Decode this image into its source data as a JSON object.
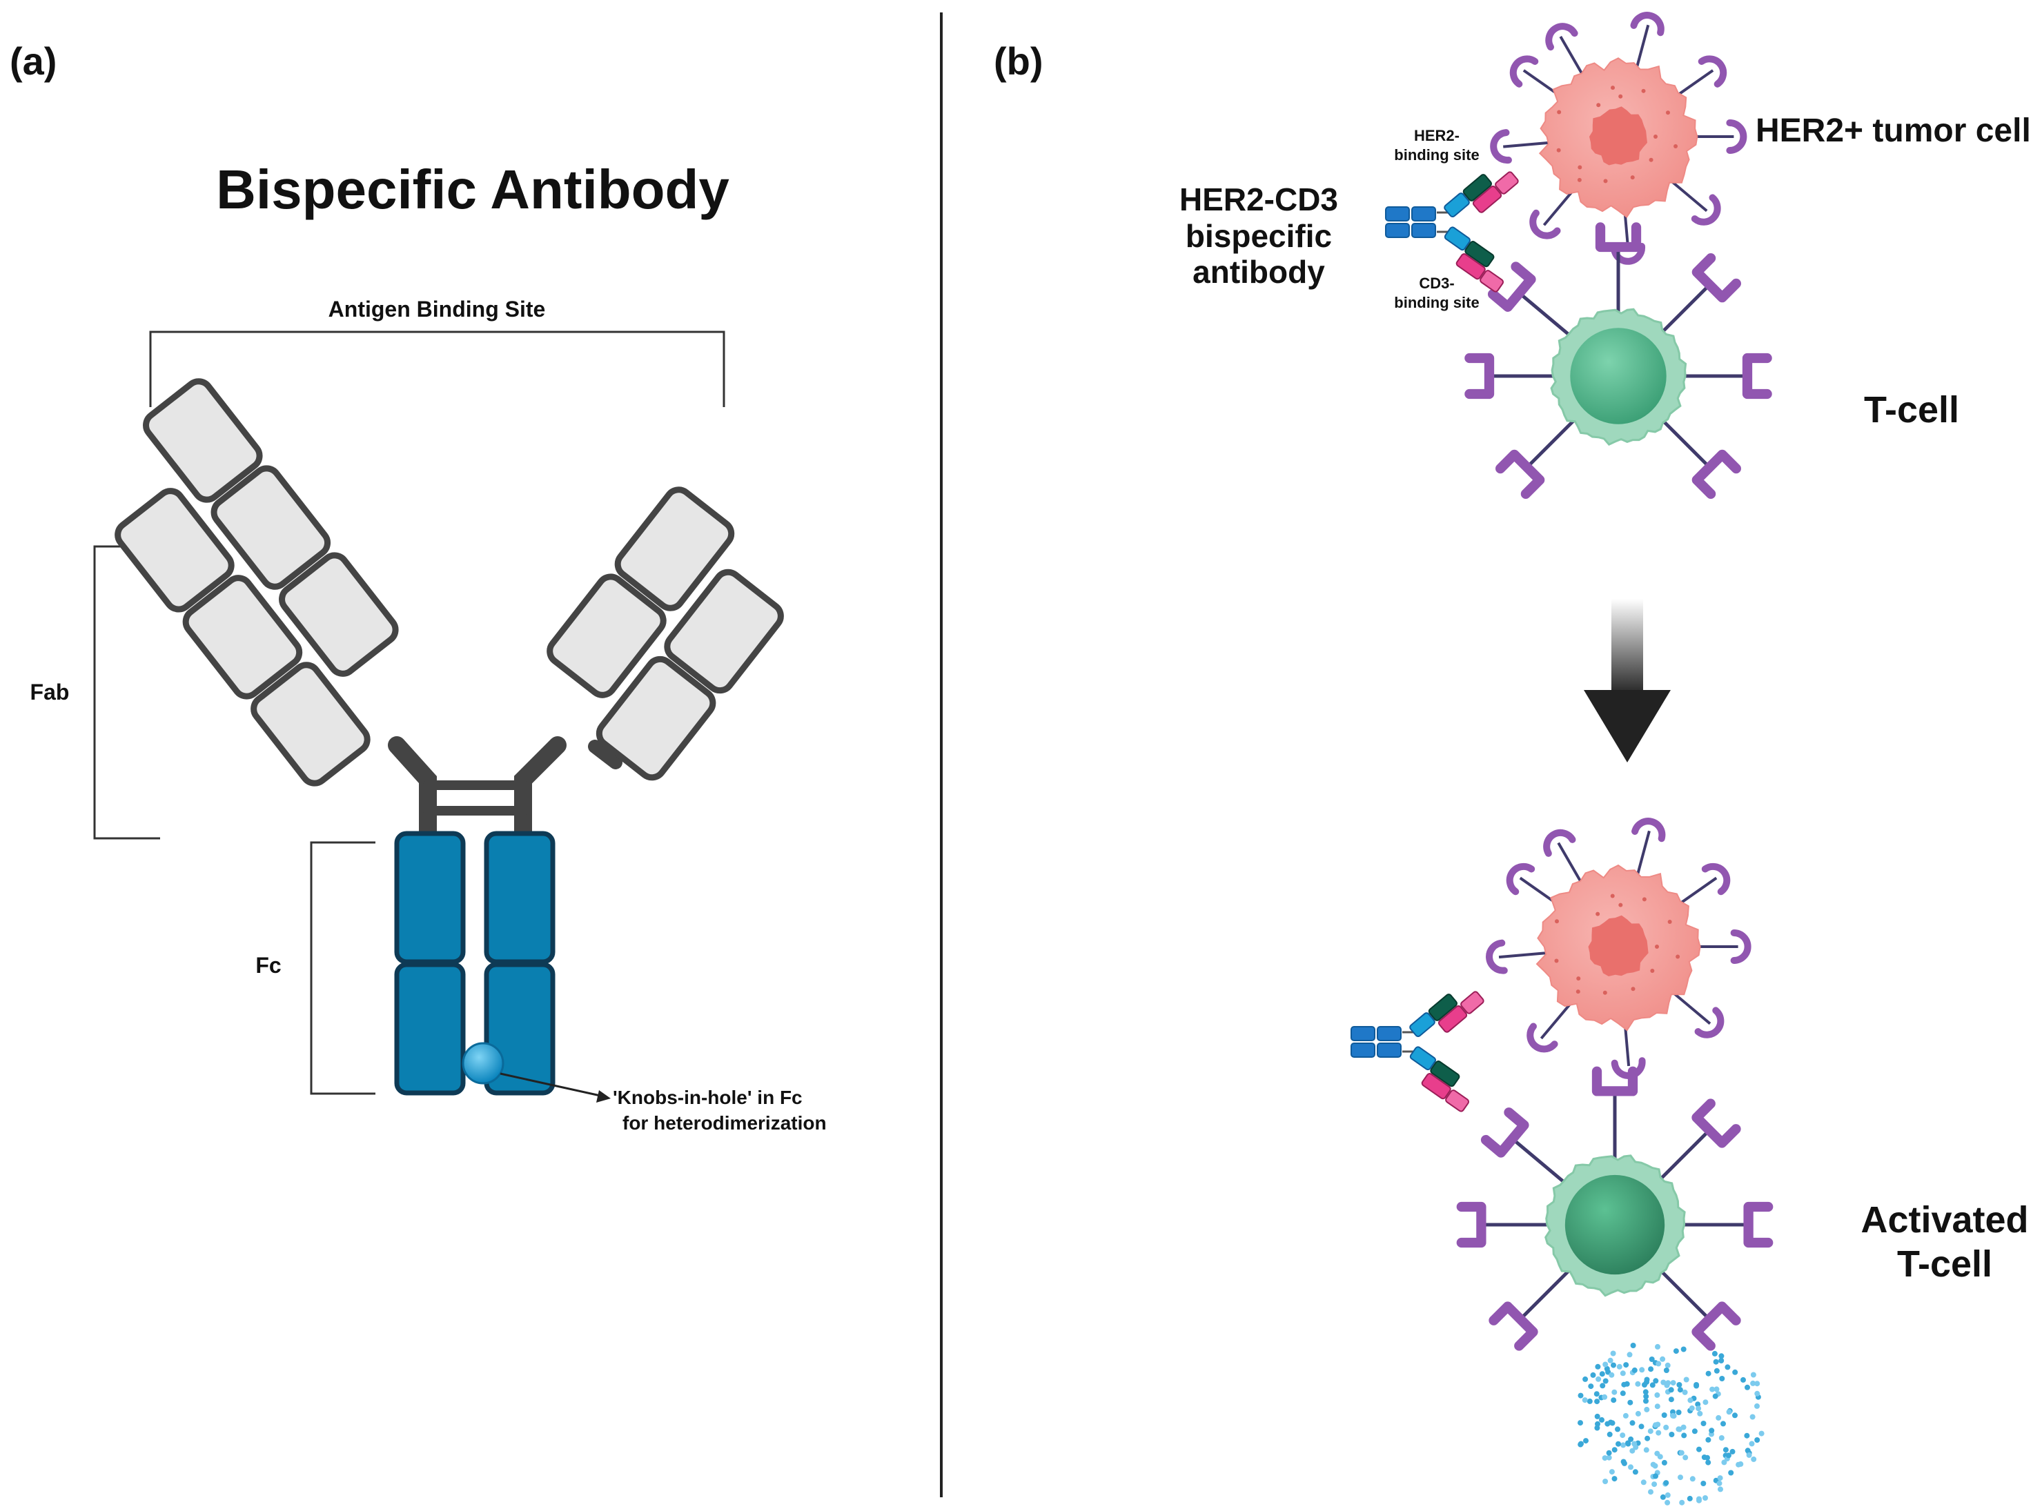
{
  "panel_a": {
    "label": "(a)",
    "title": "Bispecific Antibody",
    "antigen_binding_site": "Antigen Binding Site",
    "fab": "Fab",
    "fc": "Fc",
    "knobs_line1": "'Knobs-in-hole' in Fc",
    "knobs_line2": "for heterodimerization"
  },
  "panel_b": {
    "label": "(b)",
    "her2_tumor_cell": "HER2+ tumor cell",
    "her2_binding_line1": "HER2-",
    "her2_binding_line2": "binding site",
    "cd3_binding_line1": "CD3-",
    "cd3_binding_line2": "binding site",
    "antibody_line1": "HER2-CD3",
    "antibody_line2": "bispecific",
    "antibody_line3": "antibody",
    "t_cell": "T-cell",
    "activated_line1": "Activated",
    "activated_line2": "T-cell"
  },
  "colors": {
    "fab_fill": "#e6e6e6",
    "outline": "#444444",
    "fc_fill": "#0a7fb0",
    "knob": "#1aa3dd",
    "tumor_fill": "#f4a09c",
    "tumor_core": "#e9706c",
    "tcell_fill": "#9fd8bd",
    "tcell_core": "#4fb88e",
    "receptor": "#9156b0",
    "receptor_line": "#3f3a6b",
    "cytokine": "#3aa8d8"
  }
}
